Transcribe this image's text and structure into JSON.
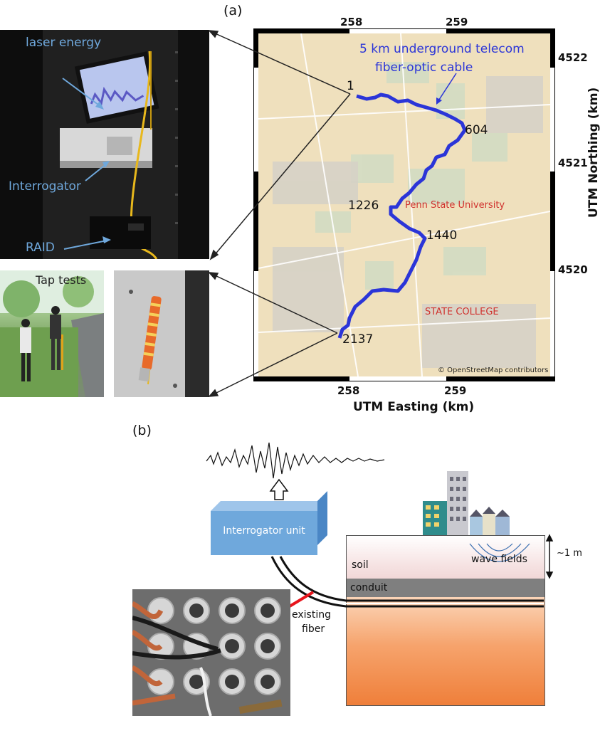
{
  "panel_a_label": "(a)",
  "panel_b_label": "(b)",
  "photos": {
    "rack": {
      "labels": {
        "laser_energy": "laser energy",
        "interrogator": "Interrogator",
        "raid": "RAID"
      }
    },
    "tap_tests": "Tap tests"
  },
  "map": {
    "x_ticks_top": [
      "258",
      "259"
    ],
    "x_ticks_bottom": [
      "258",
      "259"
    ],
    "y_ticks": [
      "4522",
      "4521",
      "4520"
    ],
    "x_axis_label": "UTM Easting (km)",
    "y_axis_label": "UTM Northing (km)",
    "cable_title_line1": "5 km underground telecom",
    "cable_title_line2": "fiber-optic cable",
    "channel_labels": [
      "1",
      "604",
      "1226",
      "1440",
      "2137"
    ],
    "places": {
      "university": "Penn State University",
      "town": "STATE COLLEGE"
    },
    "attribution": "© OpenStreetMap contributors",
    "colors": {
      "cable": "#2b35d8",
      "place_text": "#d0312d",
      "map_bg": "#efe0bd"
    }
  },
  "diagram": {
    "interrogator_unit": "Interrogator unit",
    "soil": "soil",
    "conduit": "conduit",
    "wave_fields": "wave fields",
    "depth": "~1 m",
    "existing_fiber_line1": "existing",
    "existing_fiber_line2": "fiber",
    "colors": {
      "interrogator": "#6fa8dc",
      "conduit": "#7f7f7f",
      "deep_ground": "#ef7f3a",
      "arrow": "#e8141b"
    }
  }
}
